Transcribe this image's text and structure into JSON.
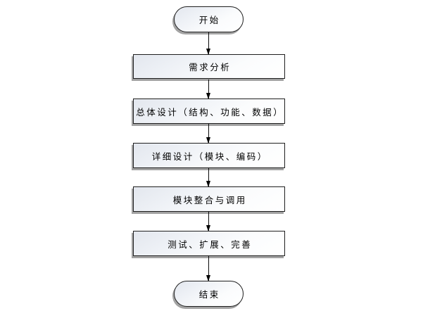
{
  "flowchart": {
    "type": "flowchart",
    "direction": "top-down",
    "nodes": [
      {
        "id": "start",
        "shape": "terminal",
        "label": "开始"
      },
      {
        "id": "requirements",
        "shape": "process",
        "label": "需求分析"
      },
      {
        "id": "overall-design",
        "shape": "process",
        "label": "总体设计（结构、功能、数据）"
      },
      {
        "id": "detailed-design",
        "shape": "process",
        "label": "详细设计（模块、编码）"
      },
      {
        "id": "module-integration",
        "shape": "process",
        "label": "模块整合与调用"
      },
      {
        "id": "testing",
        "shape": "process",
        "label": "测试、扩展、完善"
      },
      {
        "id": "end",
        "shape": "terminal",
        "label": "结束"
      }
    ],
    "edges": [
      {
        "from": "start",
        "to": "requirements",
        "style": "arrow"
      },
      {
        "from": "requirements",
        "to": "overall-design",
        "style": "arrow"
      },
      {
        "from": "overall-design",
        "to": "detailed-design",
        "style": "arrow"
      },
      {
        "from": "detailed-design",
        "to": "module-integration",
        "style": "arrow"
      },
      {
        "from": "module-integration",
        "to": "testing",
        "style": "arrow"
      },
      {
        "from": "testing",
        "to": "end",
        "style": "arrow"
      }
    ],
    "colors": {
      "background": "#ffffff",
      "node_border": "#1f1f1f",
      "node_fill_top": "#e3e7ee",
      "node_fill_bottom": "#ffffff",
      "node_shadow": "#808080",
      "arrow": "#000000",
      "text": "#000000"
    }
  }
}
